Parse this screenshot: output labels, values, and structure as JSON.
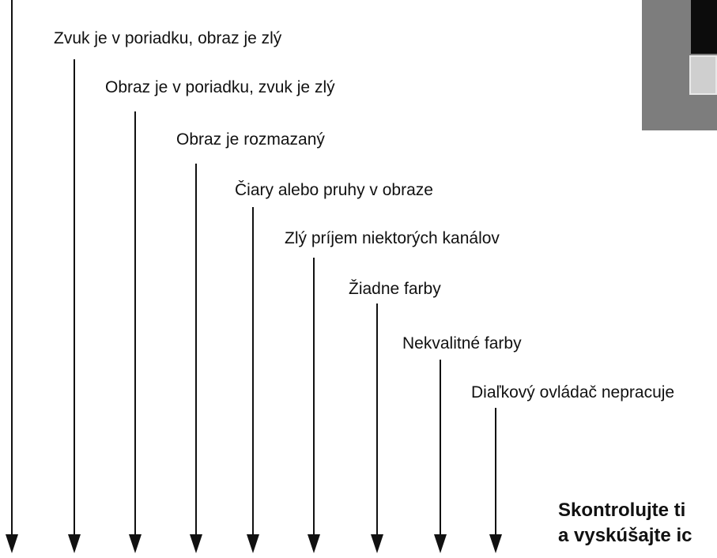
{
  "symptoms": [
    {
      "label": "Zvuk je v poriadku, obraz je zlý"
    },
    {
      "label": "Obraz je v poriadku, zvuk je zlý"
    },
    {
      "label": "Obraz je rozmazaný"
    },
    {
      "label": "Čiary alebo pruhy v obraze"
    },
    {
      "label": "Zlý príjem niektorých kanálov"
    },
    {
      "label": "Žiadne farby"
    },
    {
      "label": "Nekvalitné farby"
    },
    {
      "label": "Diaľkový ovládač nepracuje"
    }
  ],
  "footer": {
    "line1": "Skontrolujte ti",
    "line2": "a vyskúšajte ic"
  }
}
